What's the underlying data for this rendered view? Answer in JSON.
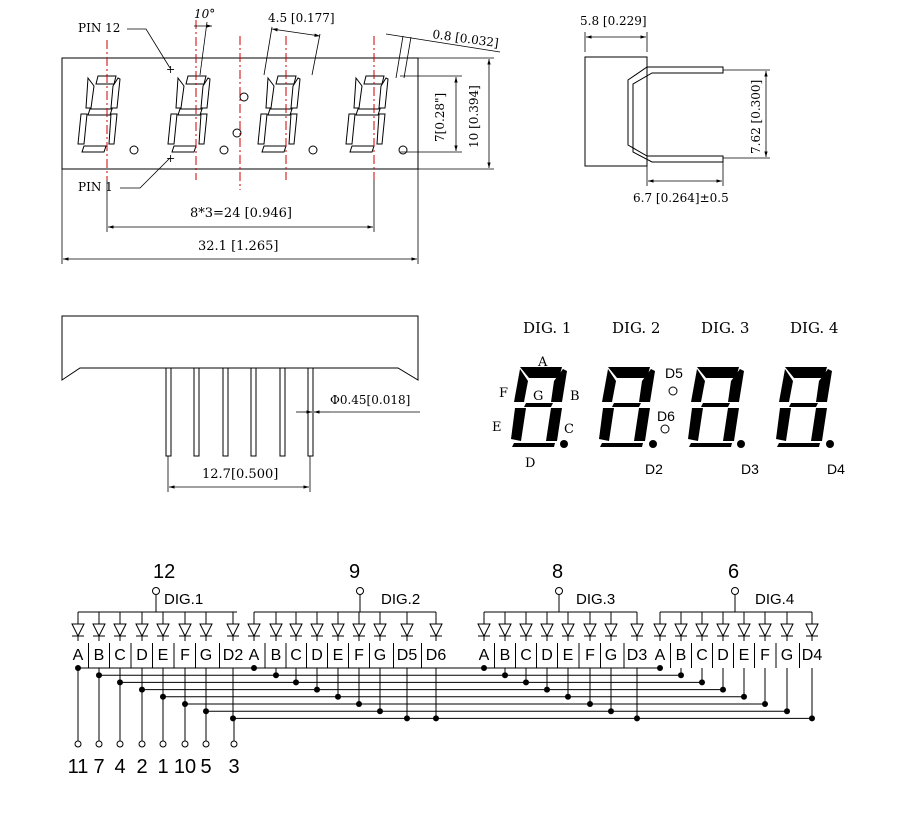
{
  "front_view": {
    "pin12_label": "PIN 12",
    "pin1_label": "PIN 1",
    "angle_label": "10°",
    "digit_width": "4.5 [0.177]",
    "seg_width": "0.8 [0.032]",
    "digit_height": "7[0.28\"]",
    "body_height": "10 [0.394]",
    "pitch_total": "8*3=24 [0.946]",
    "overall_width": "32.1 [1.265]"
  },
  "side_view": {
    "depth_label": "5.8 [0.229]",
    "row_spacing": "7.62 [0.300]",
    "pin_length": "6.7 [0.264]±0.5"
  },
  "bottom_view": {
    "pin_diameter": "Φ0.45[0.018]",
    "pin_span": "12.7[0.500]"
  },
  "digits_view": {
    "digit_labels": [
      "DIG. 1",
      "DIG. 2",
      "DIG. 3",
      "DIG. 4"
    ],
    "segment_labels": {
      "A": "A",
      "B": "B",
      "C": "C",
      "D": "D",
      "E": "E",
      "F": "F",
      "G": "G"
    },
    "colon_labels": [
      "D5",
      "D6"
    ],
    "dp_labels": [
      "D2",
      "D3",
      "D4"
    ]
  },
  "schematic": {
    "common_pins": [
      "12",
      "9",
      "8",
      "6"
    ],
    "digit_labels": [
      "DIG.1",
      "DIG.2",
      "DIG.3",
      "DIG.4"
    ],
    "group1_segments": [
      "A",
      "B",
      "C",
      "D",
      "E",
      "F",
      "G",
      "D2"
    ],
    "group2_segments": [
      "A",
      "B",
      "C",
      "D",
      "E",
      "F",
      "G",
      "D5",
      "D6"
    ],
    "group3_segments": [
      "A",
      "B",
      "C",
      "D",
      "E",
      "F",
      "G",
      "D3"
    ],
    "group4_segments": [
      "A",
      "B",
      "C",
      "D",
      "E",
      "F",
      "G",
      "D4"
    ],
    "bottom_pins": [
      "11",
      "7",
      "4",
      "2",
      "1",
      "10",
      "5",
      "3"
    ]
  }
}
